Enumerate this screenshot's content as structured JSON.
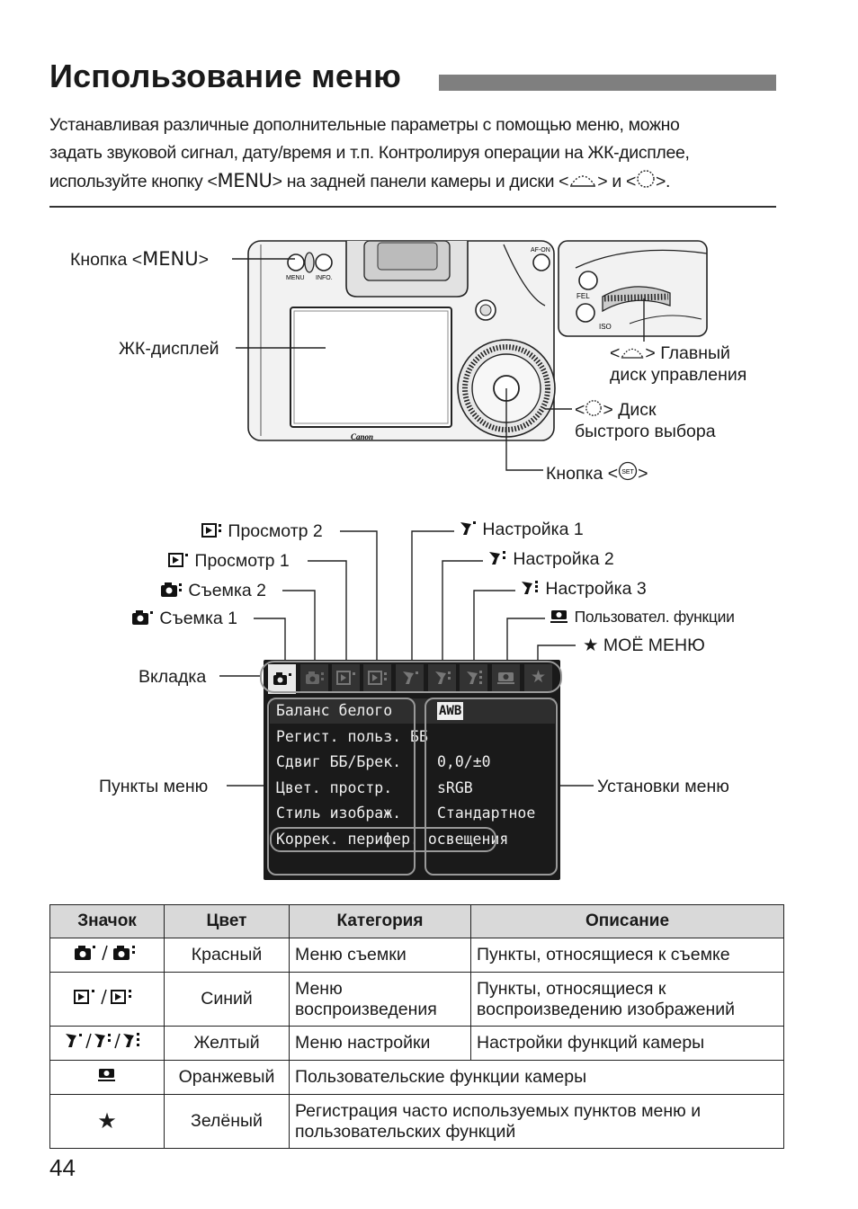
{
  "title": "Использование меню",
  "intro": {
    "line1": "Устанавливая различные дополнительные параметры с помощью меню, можно",
    "line2": "задать звуковой сигнал, дату/время и т.п. Контролируя операции на ЖК-дисплее,",
    "line3_a": "используйте кнопку <",
    "line3_menu": "MENU",
    "line3_b": "> на задней панели камеры и диски <",
    "line3_c": "> и <",
    "line3_d": ">."
  },
  "camera_labels": {
    "menu_button_a": "Кнопка <",
    "menu_button_menu": "MENU",
    "menu_button_b": ">",
    "lcd": "ЖК-дисплей",
    "main_dial_1_a": "<",
    "main_dial_1_b": "> Главный",
    "main_dial_2": "диск управления",
    "quick_dial_1_a": "<",
    "quick_dial_1_b": "> Диск",
    "quick_dial_2": "быстрого выбора",
    "set_button_a": "Кнопка <",
    "set_button_b": ">",
    "set_text": "SET",
    "cam_menu": "MENU",
    "cam_info": "INFO.",
    "cam_afon": "AF-ON",
    "cam_fel": "FEL",
    "cam_iso": "ISO",
    "cam_brand": "Canon"
  },
  "tab_labels": {
    "playback2": "Просмотр 2",
    "playback1": "Просмотр 1",
    "shooting2": "Съемка 2",
    "shooting1": "Съемка 1",
    "tab": "Вкладка",
    "setup1": "Настройка 1",
    "setup2": "Настройка 2",
    "setup3": "Настройка 3",
    "custom": "Пользовател. функции",
    "mymenu": "МОЁ МЕНЮ",
    "menu_items": "Пункты меню",
    "menu_settings": "Установки меню"
  },
  "menu_screen": {
    "rows": [
      {
        "name": "Баланс белого",
        "value": "AWB"
      },
      {
        "name": "Регист. польз. ББ",
        "value": ""
      },
      {
        "name": "Сдвиг ББ/Брек.",
        "value": "0,0/±0"
      },
      {
        "name": "Цвет. простр.",
        "value": "sRGB"
      },
      {
        "name": "Стиль изображ.",
        "value": "Стандартное"
      },
      {
        "name": "Коррек. перифер. освещения",
        "value": ""
      }
    ]
  },
  "table": {
    "headers": [
      "Значок",
      "Цвет",
      "Категория",
      "Описание"
    ],
    "rows": [
      {
        "color": "Красный",
        "category": "Меню съемки",
        "description": "Пункты, относящиеся к съемке"
      },
      {
        "color": "Синий",
        "category": "Меню воспроизведения",
        "description": "Пункты, относящиеся к воспроизведению изображений"
      },
      {
        "color": "Желтый",
        "category": "Меню настройки",
        "description": "Настройки функций камеры"
      },
      {
        "color": "Оранжевый",
        "category": "Пользовательские функции камеры",
        "description": ""
      },
      {
        "color": "Зелёный",
        "category": "Регистрация часто используемых пунктов меню и пользовательских функций",
        "description": ""
      }
    ]
  },
  "page_number": "44"
}
